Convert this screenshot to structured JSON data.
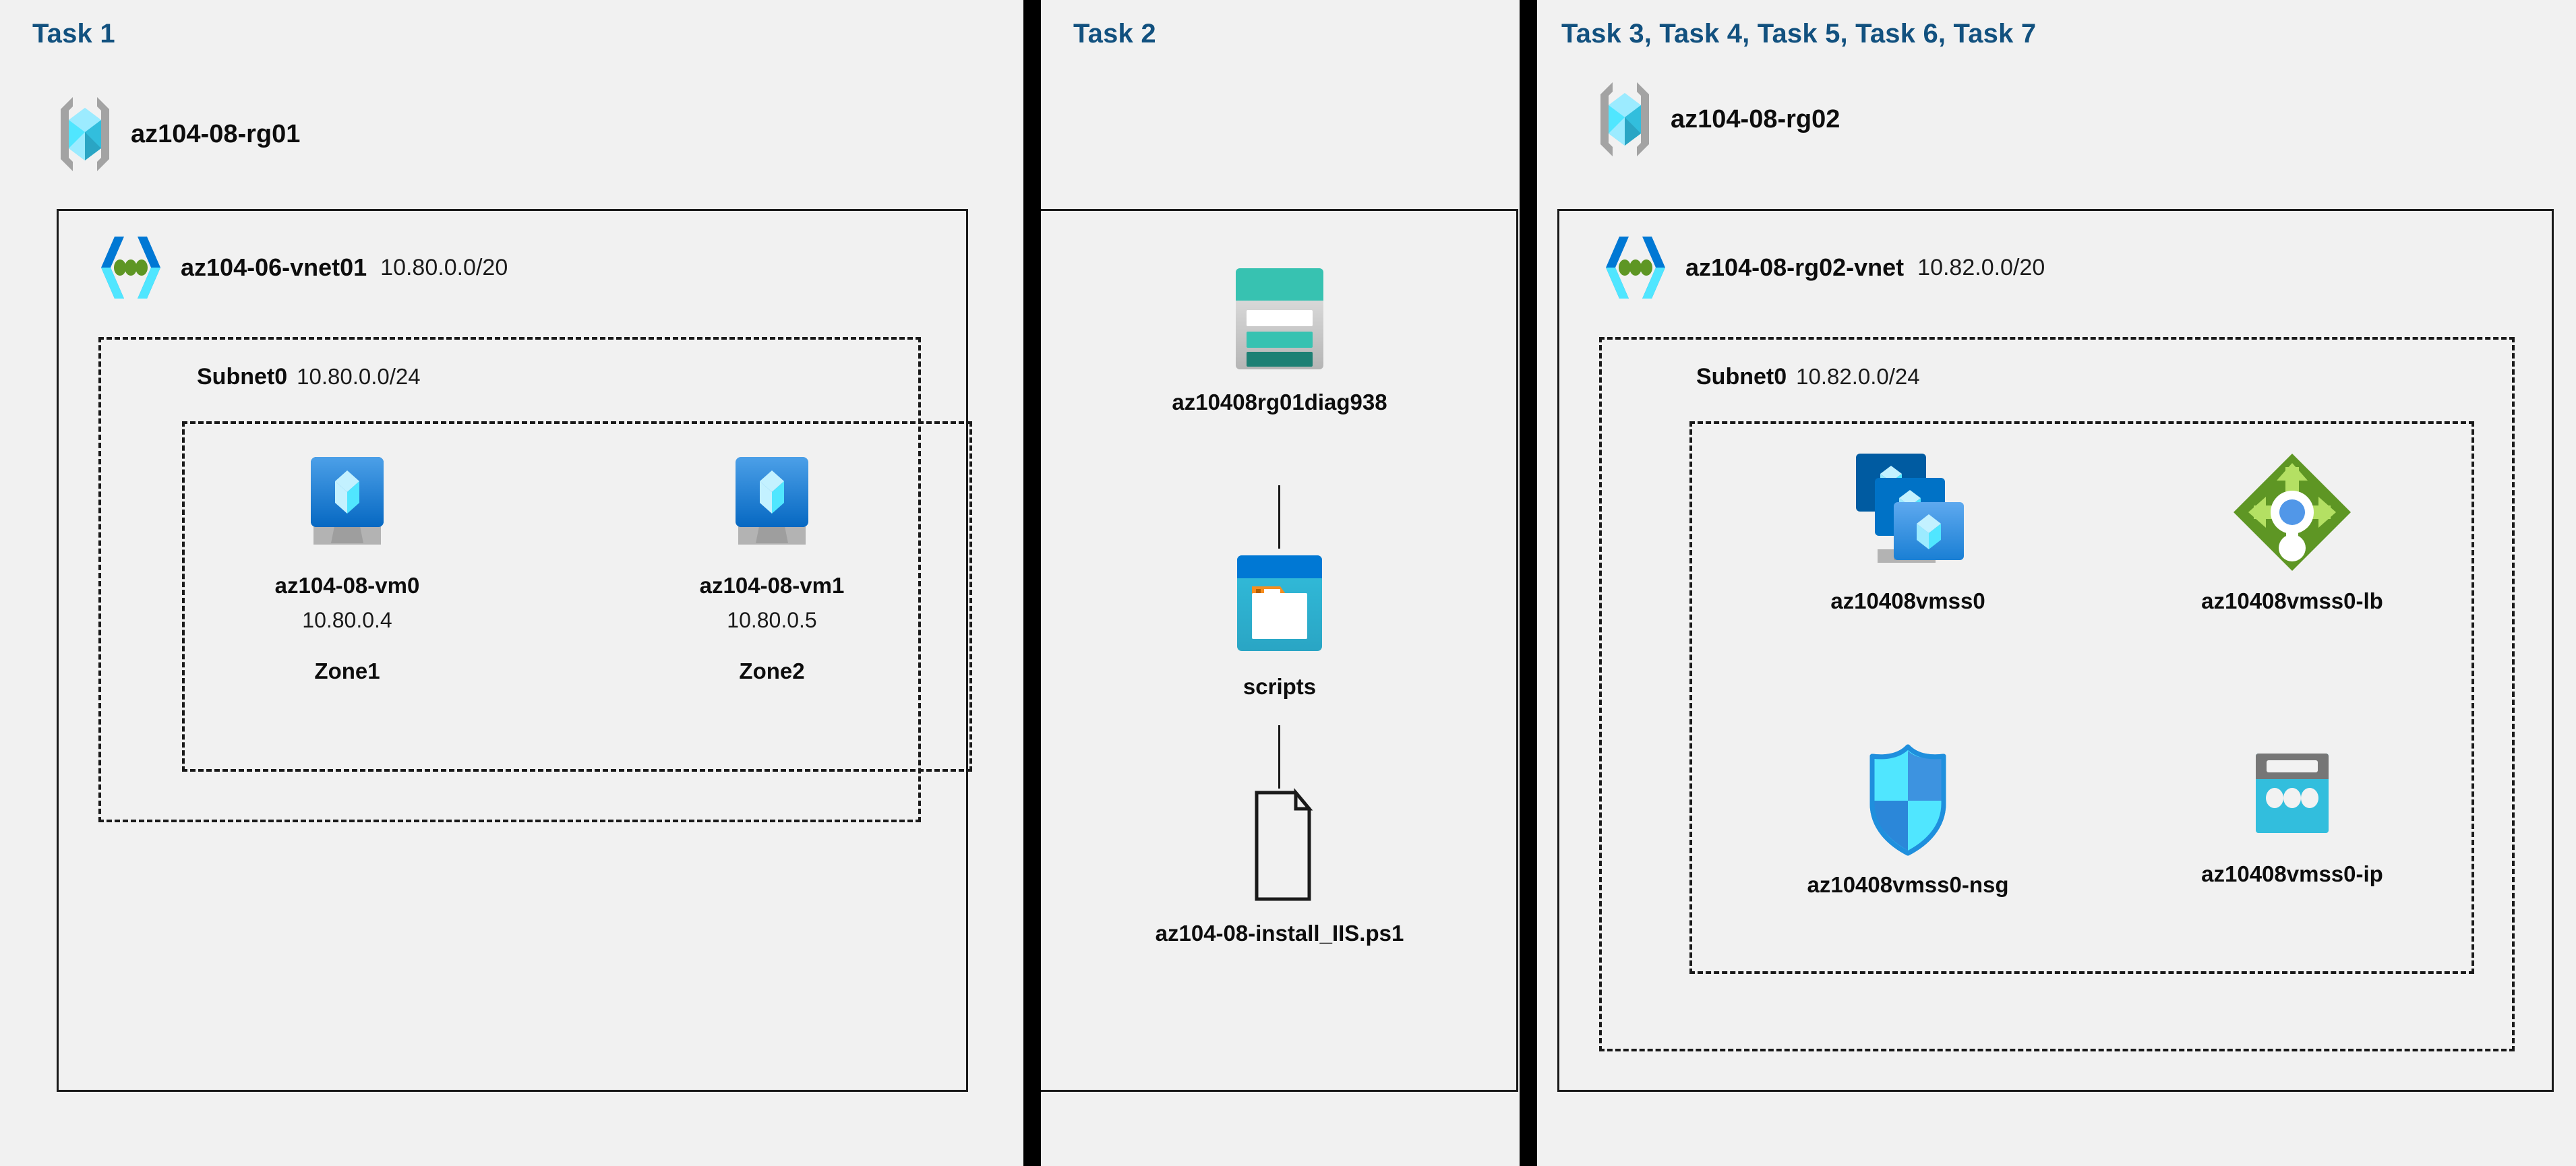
{
  "panels": [
    {
      "title": "Task 1",
      "resource_group": {
        "name": "az104-08-rg01",
        "icon": "resource-group-icon"
      },
      "vnet": {
        "name": "az104-06-vnet01",
        "cidr": "10.80.0.0/20",
        "icon": "virtual-network-icon"
      },
      "subnet": {
        "name": "Subnet0",
        "cidr": "10.80.0.0/24"
      },
      "resources": [
        {
          "name": "az104-08-vm0",
          "ip": "10.80.0.4",
          "zone": "Zone1",
          "icon": "virtual-machine-icon"
        },
        {
          "name": "az104-08-vm1",
          "ip": "10.80.0.5",
          "zone": "Zone2",
          "icon": "virtual-machine-icon"
        }
      ]
    },
    {
      "title": "Task 2",
      "resources": [
        {
          "name": "az10408rg01diag938",
          "icon": "storage-account-icon"
        },
        {
          "name": "scripts",
          "icon": "blob-container-icon"
        },
        {
          "name": "az104-08-install_IIS.ps1",
          "icon": "script-file-icon"
        }
      ]
    },
    {
      "title": "Task 3, Task 4, Task 5, Task 6, Task 7",
      "resource_group": {
        "name": "az104-08-rg02",
        "icon": "resource-group-icon"
      },
      "vnet": {
        "name": "az104-08-rg02-vnet",
        "cidr": "10.82.0.0/20",
        "icon": "virtual-network-icon"
      },
      "subnet": {
        "name": "Subnet0",
        "cidr": "10.82.0.0/24"
      },
      "resources": [
        {
          "name": "az10408vmss0",
          "icon": "vm-scale-set-icon"
        },
        {
          "name": "az10408vmss0-lb",
          "icon": "load-balancer-icon"
        },
        {
          "name": "az10408vmss0-nsg",
          "icon": "network-security-group-icon"
        },
        {
          "name": "az10408vmss0-ip",
          "icon": "public-ip-address-icon"
        }
      ]
    }
  ],
  "colors": {
    "task_title": "#12517f",
    "background": "#f1f1f1",
    "outline": "#1a1a1a",
    "divider": "#000000",
    "azure_blue": "#0078d4",
    "azure_cyan": "#32bedd",
    "azure_light_cyan": "#9cebff",
    "vnet_green": "#5e9624",
    "lb_green": "#76bc2d",
    "storage_teal": "#37c2b1",
    "storage_teal_dark": "#1d8074",
    "gray": "#a3a3a3",
    "orange": "#f78d1e"
  }
}
